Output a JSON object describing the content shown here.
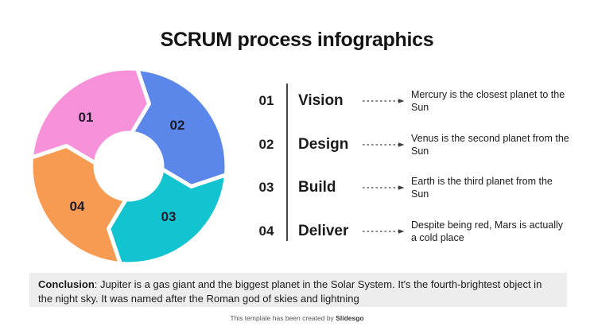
{
  "title": "SCRUM process infographics",
  "cycle": {
    "segments": [
      {
        "label": "01",
        "name": "Vision",
        "color": "#F791D9"
      },
      {
        "label": "02",
        "name": "Design",
        "color": "#5A87E9"
      },
      {
        "label": "03",
        "name": "Build",
        "color": "#12C4CF"
      },
      {
        "label": "04",
        "name": "Deliver",
        "color": "#F89B52"
      }
    ]
  },
  "steps": [
    {
      "number": "01",
      "name": "Vision",
      "description": "Mercury is the closest planet to the Sun"
    },
    {
      "number": "02",
      "name": "Design",
      "description": "Venus is the second planet from the Sun"
    },
    {
      "number": "03",
      "name": "Build",
      "description": "Earth is the third planet from the Sun"
    },
    {
      "number": "04",
      "name": "Deliver",
      "description": "Despite being red, Mars is actually a cold place"
    }
  ],
  "conclusion": {
    "label": "Conclusion",
    "text": ": Jupiter is a gas giant and the biggest planet in the Solar System. It's the fourth-brightest object in the night sky. It was named after the Roman god of skies and lightning"
  },
  "footer": {
    "prefix": "This template has been created by ",
    "brand": "Slidesgo"
  },
  "colors": {
    "pink": "#F791D9",
    "blue": "#5A87E9",
    "teal": "#12C4CF",
    "orange": "#F89B52",
    "conclusion_bg": "#EDEDED"
  }
}
